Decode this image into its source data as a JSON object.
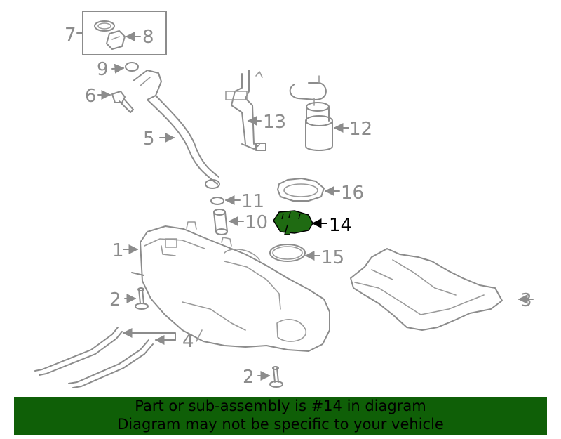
{
  "labels": {
    "p1": "1",
    "p2a": "2",
    "p2b": "2",
    "p3": "3",
    "p4": "4",
    "p5": "5",
    "p6": "6",
    "p7": "7",
    "p8": "8",
    "p9": "9",
    "p10": "10",
    "p11": "11",
    "p12": "12",
    "p13": "13",
    "p14": "14",
    "p15": "15",
    "p16": "16"
  },
  "colors": {
    "line": "#8c8c8c",
    "highlight": "#1f6b12",
    "banner": "#0f5f07"
  },
  "banner": {
    "line1": "Part or sub-assembly is #14 in diagram",
    "line2": "Diagram may not be specific to your vehicle"
  }
}
